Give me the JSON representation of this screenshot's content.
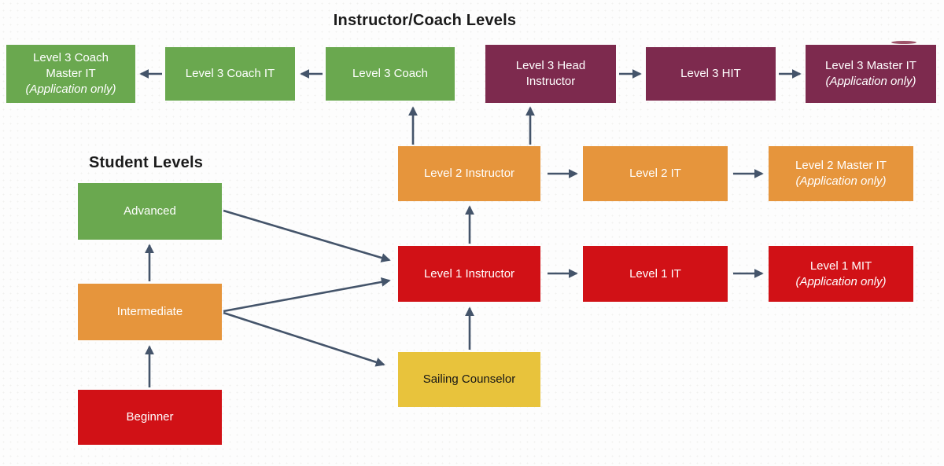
{
  "headings": {
    "main": "Instructor/Coach Levels",
    "student": "Student Levels"
  },
  "colors": {
    "green": "#6aa84f",
    "orange": "#e6953c",
    "red": "#d11116",
    "maroon": "#7d2a4e",
    "yellow": "#e8c33c",
    "arrow": "#44546a",
    "heading_text": "#1b1b1b",
    "node_text": "#ffffff",
    "yellow_node_text": "#161616"
  },
  "nodes": {
    "l3_coach_master_it": {
      "lines": [
        "Level 3 Coach",
        "Master IT"
      ],
      "note": "(Application only)"
    },
    "l3_coach_it": {
      "lines": [
        "Level 3 Coach IT"
      ]
    },
    "l3_coach": {
      "lines": [
        "Level 3 Coach"
      ]
    },
    "l3_head_instructor": {
      "lines": [
        "Level 3 Head",
        "Instructor"
      ]
    },
    "l3_hit": {
      "lines": [
        "Level 3 HIT"
      ]
    },
    "l3_master_it": {
      "lines": [
        "Level 3 Master IT"
      ],
      "note": "(Application only)"
    },
    "l2_instructor": {
      "lines": [
        "Level 2 Instructor"
      ]
    },
    "l2_it": {
      "lines": [
        "Level 2 IT"
      ]
    },
    "l2_master_it": {
      "lines": [
        "Level 2 Master IT"
      ],
      "note": "(Application only)"
    },
    "l1_instructor": {
      "lines": [
        "Level 1 Instructor"
      ]
    },
    "l1_it": {
      "lines": [
        "Level 1 IT"
      ]
    },
    "l1_mit": {
      "lines": [
        "Level 1 MIT"
      ],
      "note": "(Application only)"
    },
    "advanced": {
      "lines": [
        "Advanced"
      ]
    },
    "intermediate": {
      "lines": [
        "Intermediate"
      ]
    },
    "beginner": {
      "lines": [
        "Beginner"
      ]
    },
    "sailing_counselor": {
      "lines": [
        "Sailing Counselor"
      ]
    }
  }
}
